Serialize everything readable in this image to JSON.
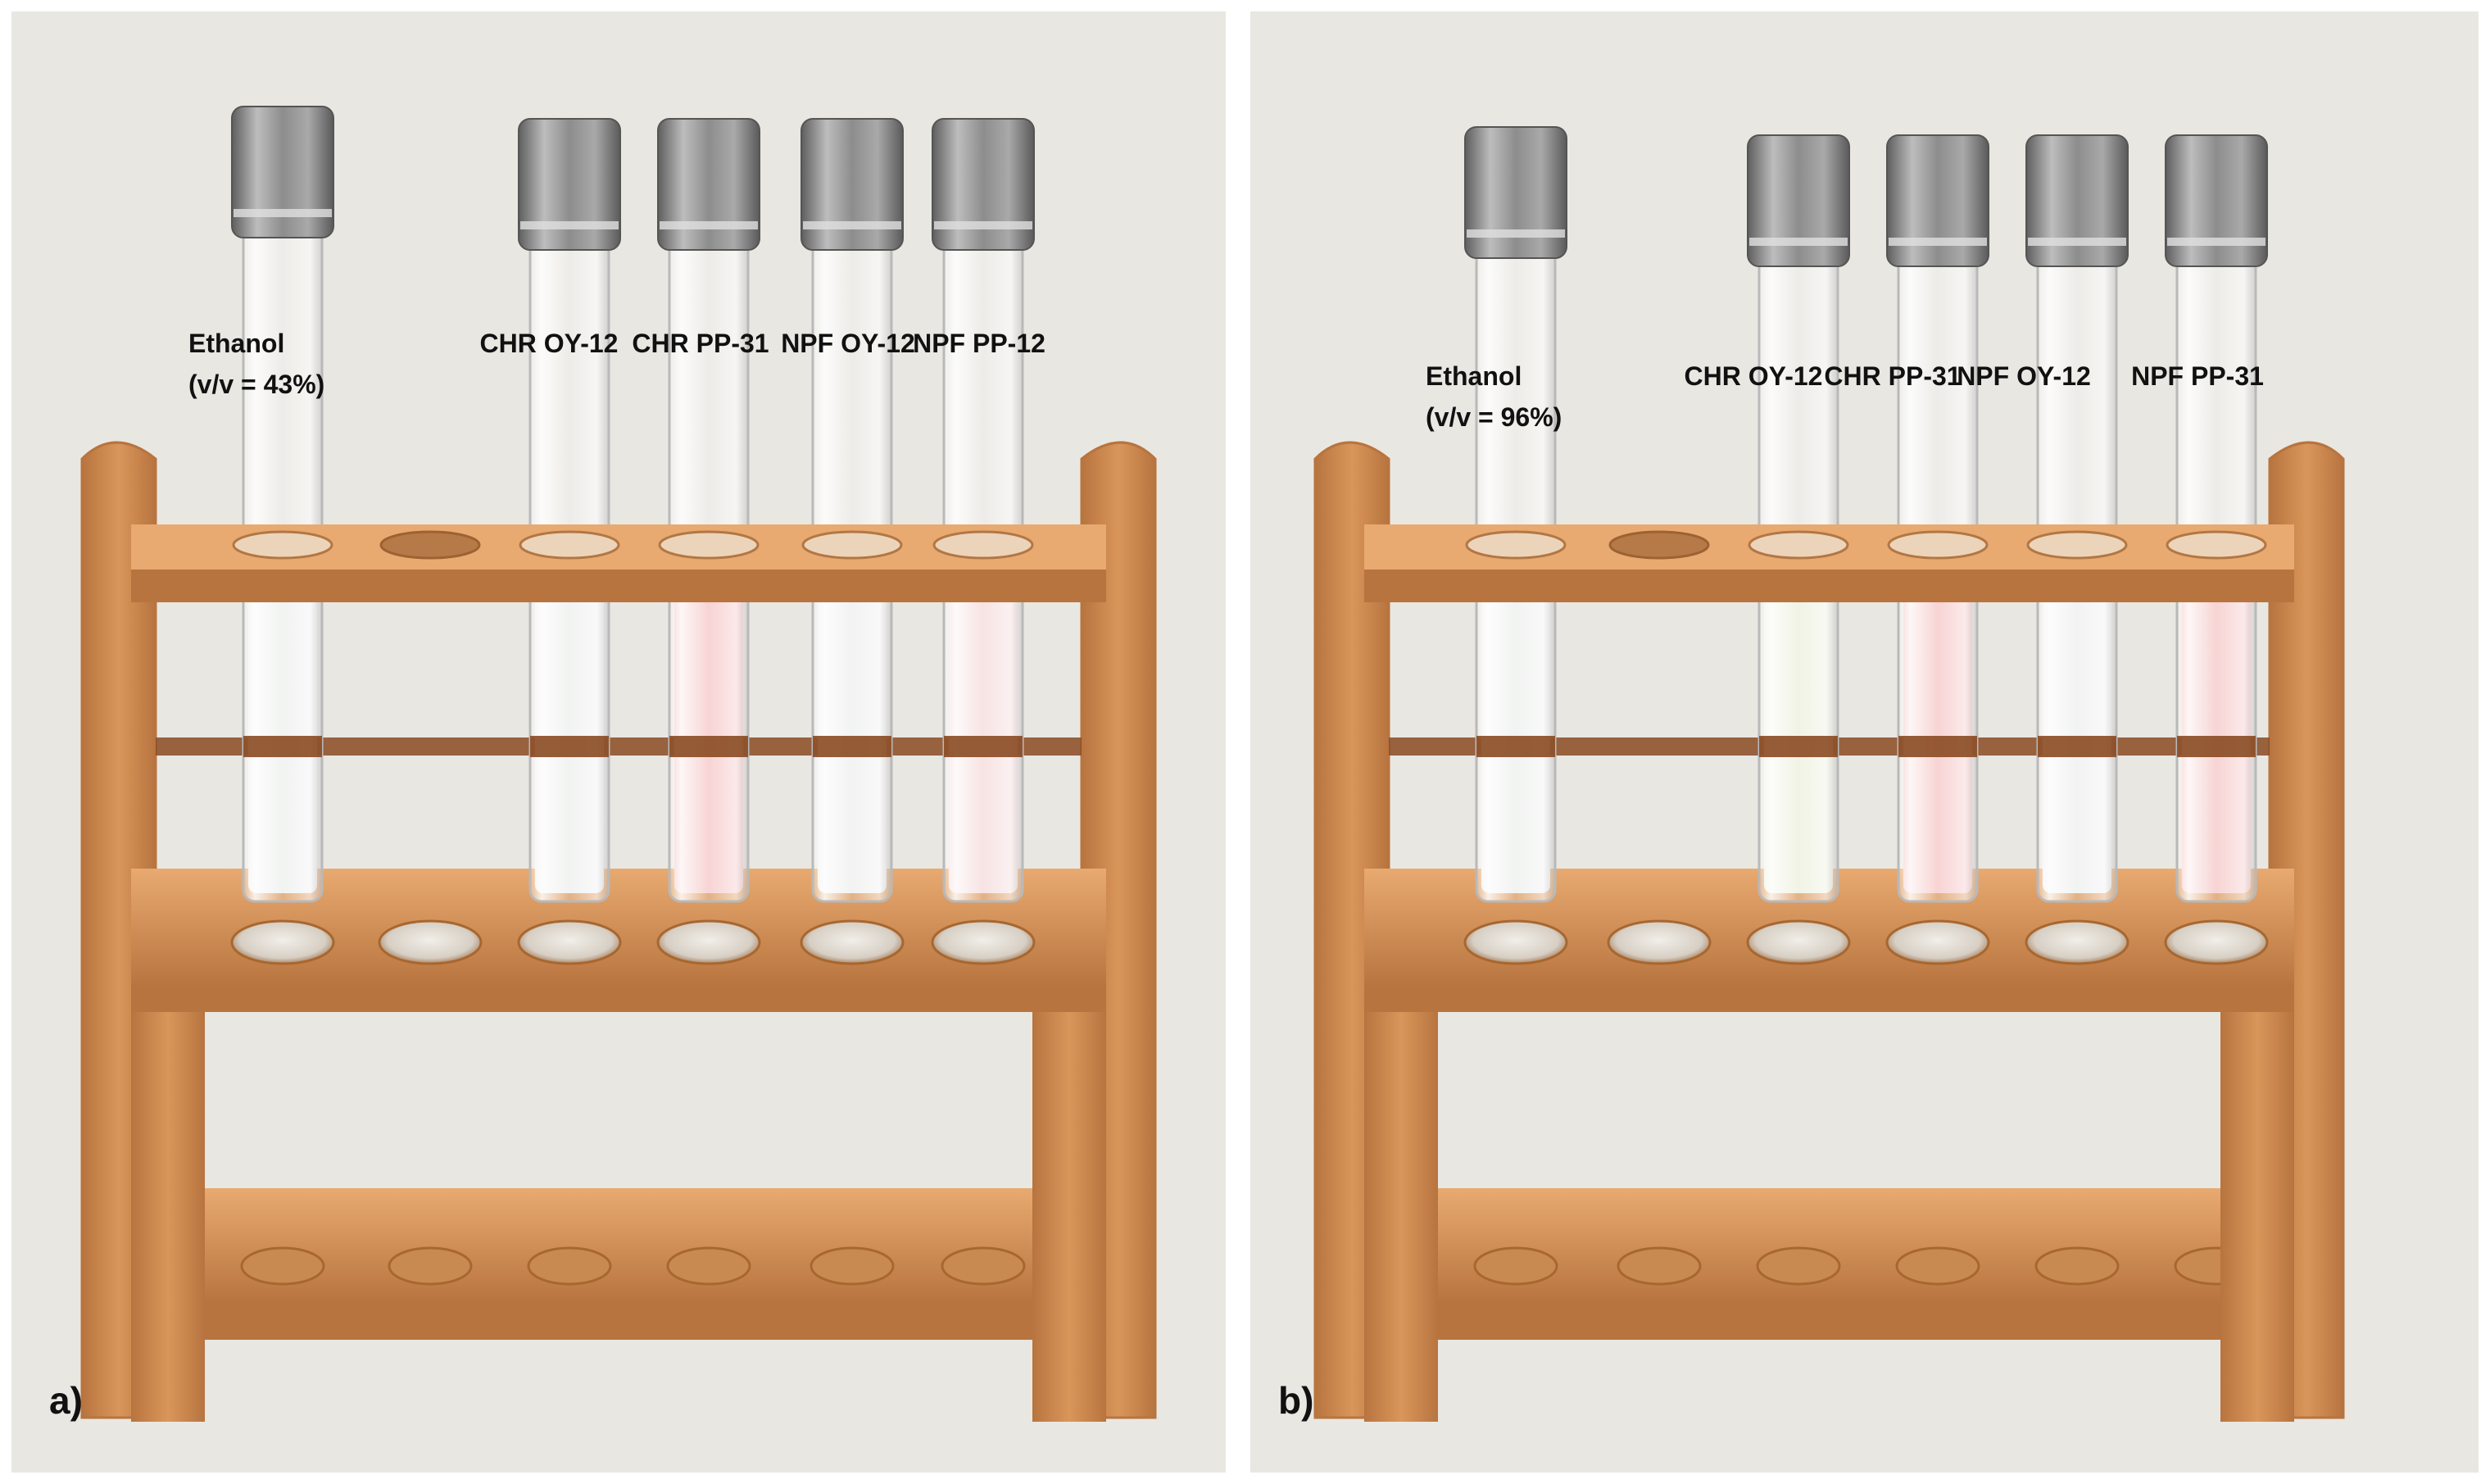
{
  "panels": [
    {
      "id": "a",
      "panel_label": "a)",
      "tube_labels": [
        {
          "lines": [
            "Ethanol",
            "(v/v = 43%)"
          ],
          "liquid": "clear"
        },
        {
          "lines": [
            "CHR OY-12"
          ],
          "liquid": "clear"
        },
        {
          "lines": [
            "CHR PP-31"
          ],
          "liquid": "pink"
        },
        {
          "lines": [
            "NPF OY-12"
          ],
          "liquid": "clear"
        },
        {
          "lines": [
            "NPF PP-12"
          ],
          "liquid": "pale-pink"
        }
      ]
    },
    {
      "id": "b",
      "panel_label": "b)",
      "tube_labels": [
        {
          "lines": [
            "Ethanol",
            "(v/v = 96%)"
          ],
          "liquid": "clear"
        },
        {
          "lines": [
            "CHR OY-12"
          ],
          "liquid": "yellowish"
        },
        {
          "lines": [
            "CHR PP-31"
          ],
          "liquid": "pink"
        },
        {
          "lines": [
            "NPF OY-12"
          ],
          "liquid": "clear"
        },
        {
          "lines": [
            "NPF PP-31"
          ],
          "liquid": "pink"
        }
      ]
    }
  ],
  "colors": {
    "background": "#e9e7e2",
    "wood": "#d9965a",
    "wood_dark": "#b8743f",
    "wood_light": "#e8aa70",
    "band": "#8a4a22",
    "cap": "#9a9a9a",
    "cap_dark": "#6e6e6e",
    "clear_liquid": "#eef0ee",
    "pink_liquid": "#f6c9c9",
    "pale_pink_liquid": "#f5dcdc",
    "yellowish_liquid": "#eef0df"
  }
}
